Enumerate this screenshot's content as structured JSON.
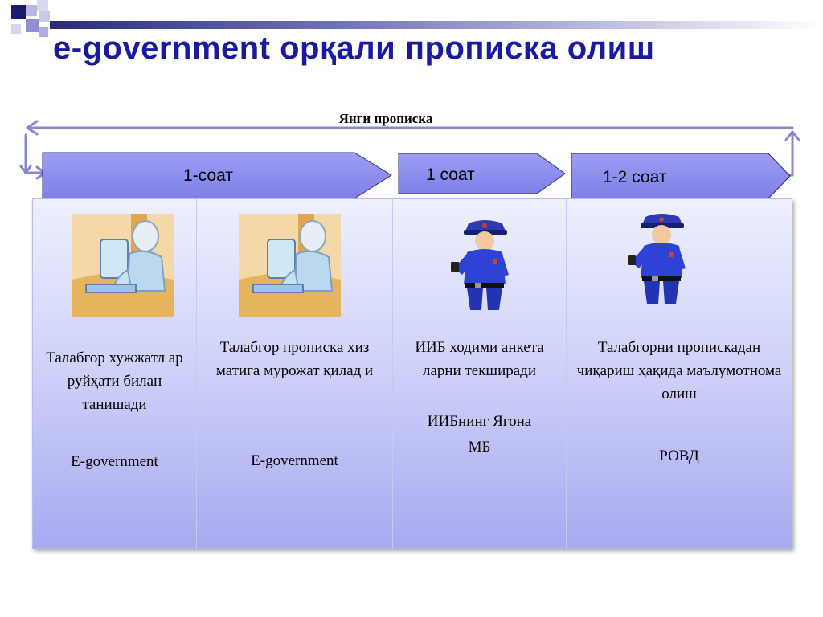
{
  "title": "e-government орқали прописка олиш",
  "span_label": "Янги прописка",
  "steps": [
    {
      "duration": "1-соат"
    },
    {
      "duration": "1 соат"
    },
    {
      "duration": "1-2 соат"
    }
  ],
  "columns": [
    {
      "description": "Талабгор хужжатл ар руйҳати билан танишади",
      "agency": "E-government",
      "icon": "computer-user-icon"
    },
    {
      "description": "Талабгор прописка хиз матига мурожат қилад и",
      "agency": "E-government",
      "icon": "computer-user-icon"
    },
    {
      "description": "ИИБ ходими анкета ларни текширади",
      "agency": "ИИБнинг Ягона\nМБ",
      "icon": "police-officer-icon"
    },
    {
      "description": "Талабгорни пропискадан чиқариш ҳақида маълумотнома олиш",
      "agency": "РОВД",
      "icon": "police-officer-icon"
    }
  ],
  "colors": {
    "title": "#1a1aa0",
    "arrow_fill": "#8e8ef2",
    "bracket": "#8888cc"
  }
}
